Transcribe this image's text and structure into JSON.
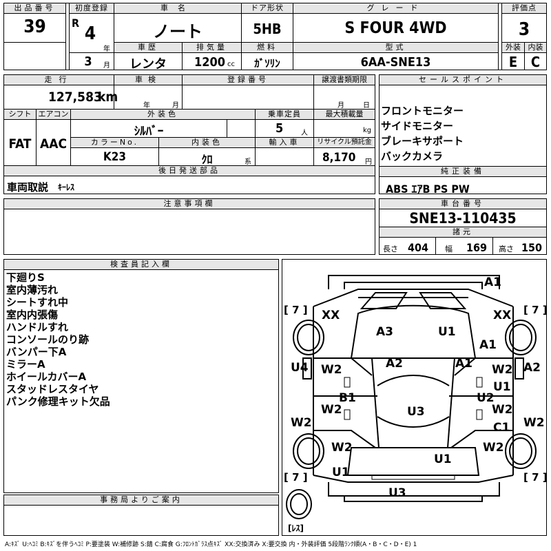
{
  "header": {
    "lot_label": "出品番号",
    "lot": "39",
    "first_reg_label": "初度登録",
    "era": "R",
    "year": "4",
    "year_unit": "年",
    "month": "3",
    "month_unit": "月",
    "car_name_label": "車名",
    "car_name": "ノート",
    "door_label": "ドア形状",
    "door": "5HB",
    "grade_label": "グレード",
    "grade": "S FOUR 4WD",
    "score_label": "評価点",
    "score": "3",
    "history_label": "車歴",
    "history": "レンタ",
    "displacement_label": "排気量",
    "displacement": "1200",
    "displacement_unit": "cc",
    "fuel_label": "燃料",
    "fuel": "ｶﾞｿﾘﾝ",
    "model_label": "型式",
    "model": "6AA-SNE13",
    "exterior_label": "外装",
    "exterior": "E",
    "interior_label": "内装",
    "interior": "C"
  },
  "specs": {
    "mileage_label": "走行",
    "mileage": "127,583",
    "mileage_unit": "km",
    "inspection_label": "車検",
    "inspection_year_unit": "年",
    "inspection_month_unit": "月",
    "reg_no_label": "登録番号",
    "transfer_label": "譲渡書類期限",
    "transfer_month_unit": "月",
    "transfer_day_unit": "日",
    "shift_label": "シフト",
    "shift": "FAT",
    "ac_label": "エアコン",
    "ac": "AAC",
    "ext_color_label": "外装色",
    "ext_color": "ｼﾙﾊﾞｰ",
    "capacity_label": "乗車定員",
    "capacity": "5",
    "capacity_unit": "人",
    "load_label": "最大積載量",
    "load_unit": "kg",
    "color_no_label": "カラーNo.",
    "color_no": "K23",
    "int_color_label": "内装色",
    "int_color": "ｸﾛ",
    "int_color_unit": "系",
    "import_label": "輸入車",
    "recycle_label": "リサイクル預託金",
    "recycle": "8,170",
    "recycle_unit": "円",
    "later_label": "後日発送部品",
    "later_items": "車両取説",
    "later_items_sub": "ｷｰﾚｽ"
  },
  "sales": {
    "label": "セールスポイント",
    "points": [
      "フロントモニター",
      "サイドモニター",
      "ブレーキサポート",
      "バックカメラ"
    ],
    "equip_label": "純正装備",
    "equip": "ABS ｴｱB PS PW"
  },
  "notes": {
    "label": "注意事項欄"
  },
  "chassis": {
    "label": "車台番号",
    "number": "SNE13-110435",
    "dims_label": "諸元",
    "length_label": "長さ",
    "length": "404",
    "width_label": "幅",
    "width": "169",
    "height_label": "高さ",
    "height": "150"
  },
  "inspector": {
    "label": "検査員記入欄",
    "items": [
      "下廻りS",
      "室内薄汚れ",
      "シートすれ中",
      "室内内張傷",
      "ハンドルすれ",
      "コンソールのり跡",
      "バンパー下A",
      "ミラーA",
      "ホイールカバーA",
      "スタッドレスタイヤ",
      "パンク修理キット欠品"
    ]
  },
  "office": {
    "label": "事務局よりご案内"
  },
  "diagram": {
    "tire_tl": "[ 7 ]",
    "tire_tr": "[ 7 ]",
    "tire_bl": "[ 7 ]",
    "tire_br": "[ 7 ]",
    "spare": "[ﾚｽ]",
    "marks": [
      "A1",
      "XX",
      "XX",
      "A3",
      "U1",
      "A1",
      "A2",
      "A1",
      "U4",
      "A2",
      "W2",
      "W2",
      "U1",
      "B1",
      "U2",
      "W2",
      "U3",
      "W2",
      "W2",
      "C1",
      "W2",
      "W2",
      "W2",
      "U1",
      "U1",
      "U3"
    ]
  },
  "legend": "A:ｷｽﾞ U:ﾍｺﾐ B:ｷｽﾞを伴うﾍｺﾐ P:要塗装 W:補修跡 S:錆 C:腐食 G:ﾌﾛﾝﾄｶﾞﾗｽ点ｷｽﾞ XX:交換済み X:要交換 内・外装評価 5段階ﾗﾝｸ順(A・B・C・D・E) 1"
}
